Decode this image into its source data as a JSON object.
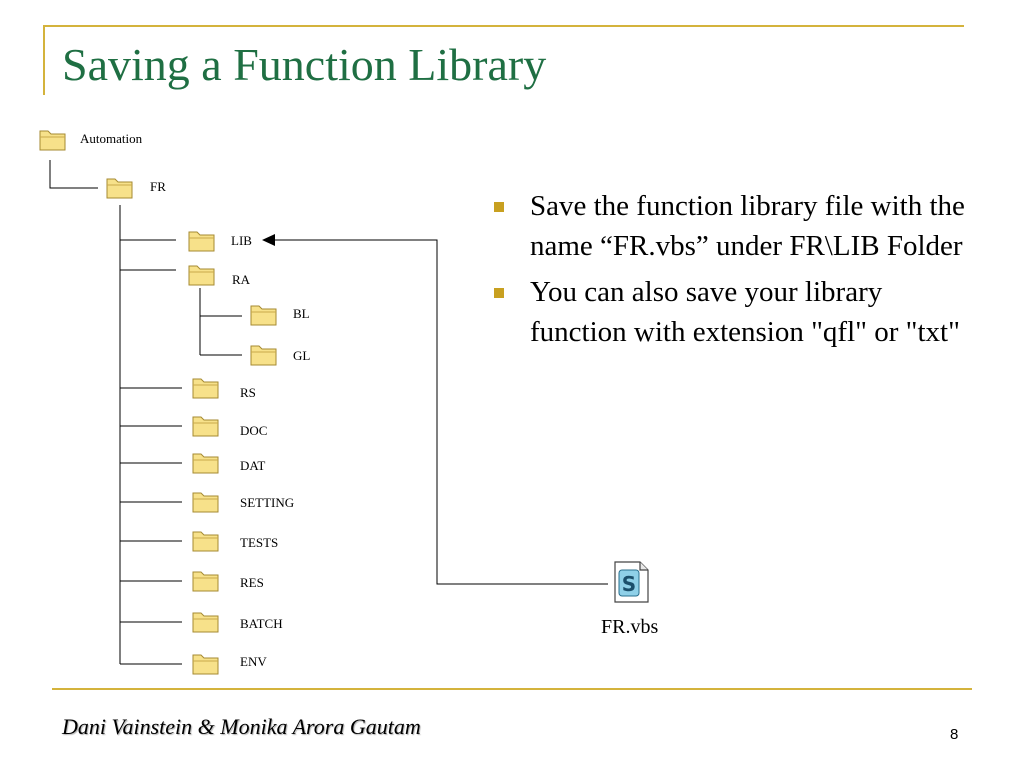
{
  "slide": {
    "title": "Saving a Function Library",
    "footer_authors": "Dani Vainstein & Monika Arora Gautam",
    "page_number": "8"
  },
  "colors": {
    "title": "#1f6f43",
    "accent_rule": "#d4b33c",
    "bullet": "#c8a020",
    "folder_fill": "#f7e18a"
  },
  "tree": {
    "root": "Automation",
    "level1": "FR",
    "children": [
      "LIB",
      "RA",
      "RS",
      "DOC",
      "DAT",
      "SETTING",
      "TESTS",
      "RES",
      "BATCH",
      "ENV"
    ],
    "ra_children": [
      "BL",
      "GL"
    ]
  },
  "bullets": [
    "Save the function library file with the name “FR.vbs” under FR\\LIB Folder",
    "You can also save your library function with extension \"qfl\" or \"txt\""
  ],
  "file": {
    "name": "FR.vbs",
    "icon": "script-file-icon"
  }
}
